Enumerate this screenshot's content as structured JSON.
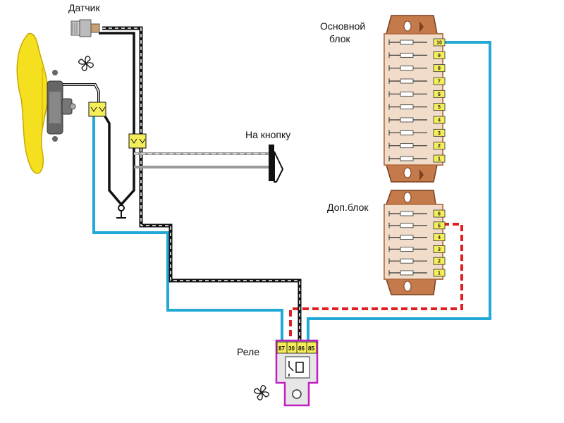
{
  "labels": {
    "sensor": "Датчик",
    "button": "На кнопку",
    "main_block": "Основной\nблок",
    "aux_block": "Доп.блок",
    "relay": "Реле"
  },
  "main_block_pins": [
    "10",
    "9",
    "8",
    "7",
    "6",
    "5",
    "4",
    "3",
    "2",
    "1"
  ],
  "aux_block_pins": [
    "6",
    "5",
    "4",
    "3",
    "2",
    "1"
  ],
  "relay_pins": [
    "87",
    "30",
    "86",
    "85"
  ],
  "colors": {
    "blue_wire": "#22a9d6",
    "red_wire": "#e02020",
    "black_wire": "#111111",
    "fan": "#f5e020",
    "fuse_block": "#f0dcc8",
    "fuse_block_edge": "#b06a40",
    "pin_yellow": "#f5ee5a",
    "relay_outline": "#c020c0"
  },
  "icons": [
    "fan-icon",
    "fan-symbol-icon",
    "relay-fan-icon",
    "sensor-icon",
    "switch-icon",
    "button-icon",
    "connector-icon"
  ]
}
